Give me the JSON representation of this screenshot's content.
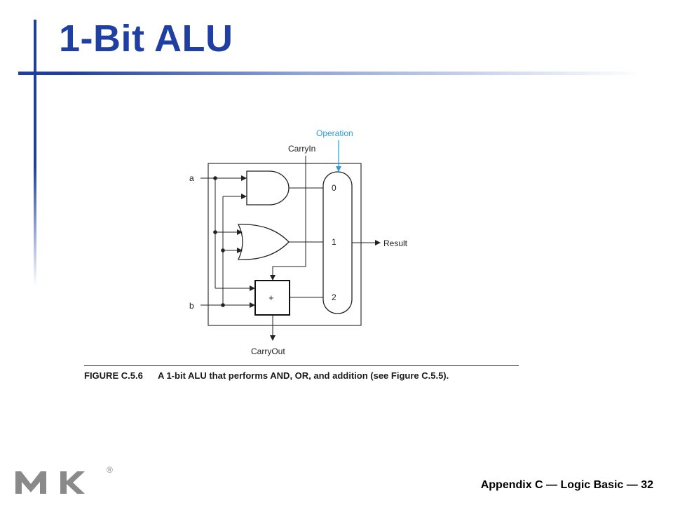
{
  "slide": {
    "title": "1-Bit ALU",
    "footer": "Appendix  C — Logic Basic — 32",
    "accent_color": "#1f3fa3"
  },
  "diagram": {
    "labels": {
      "input_a": "a",
      "input_b": "b",
      "carry_in": "CarryIn",
      "carry_out": "CarryOut",
      "operation": "Operation",
      "result": "Result",
      "mux_0": "0",
      "mux_1": "1",
      "mux_2": "2",
      "adder_symbol": "+"
    },
    "operation_color": "#2a9fd6"
  },
  "caption": {
    "figure_id": "FIGURE C.5.6",
    "text": "A 1-bit ALU that performs AND, OR, and addition (see Figure C.5.5)."
  },
  "logo": {
    "icon": "mk-publisher-logo",
    "registered_mark": "®"
  }
}
